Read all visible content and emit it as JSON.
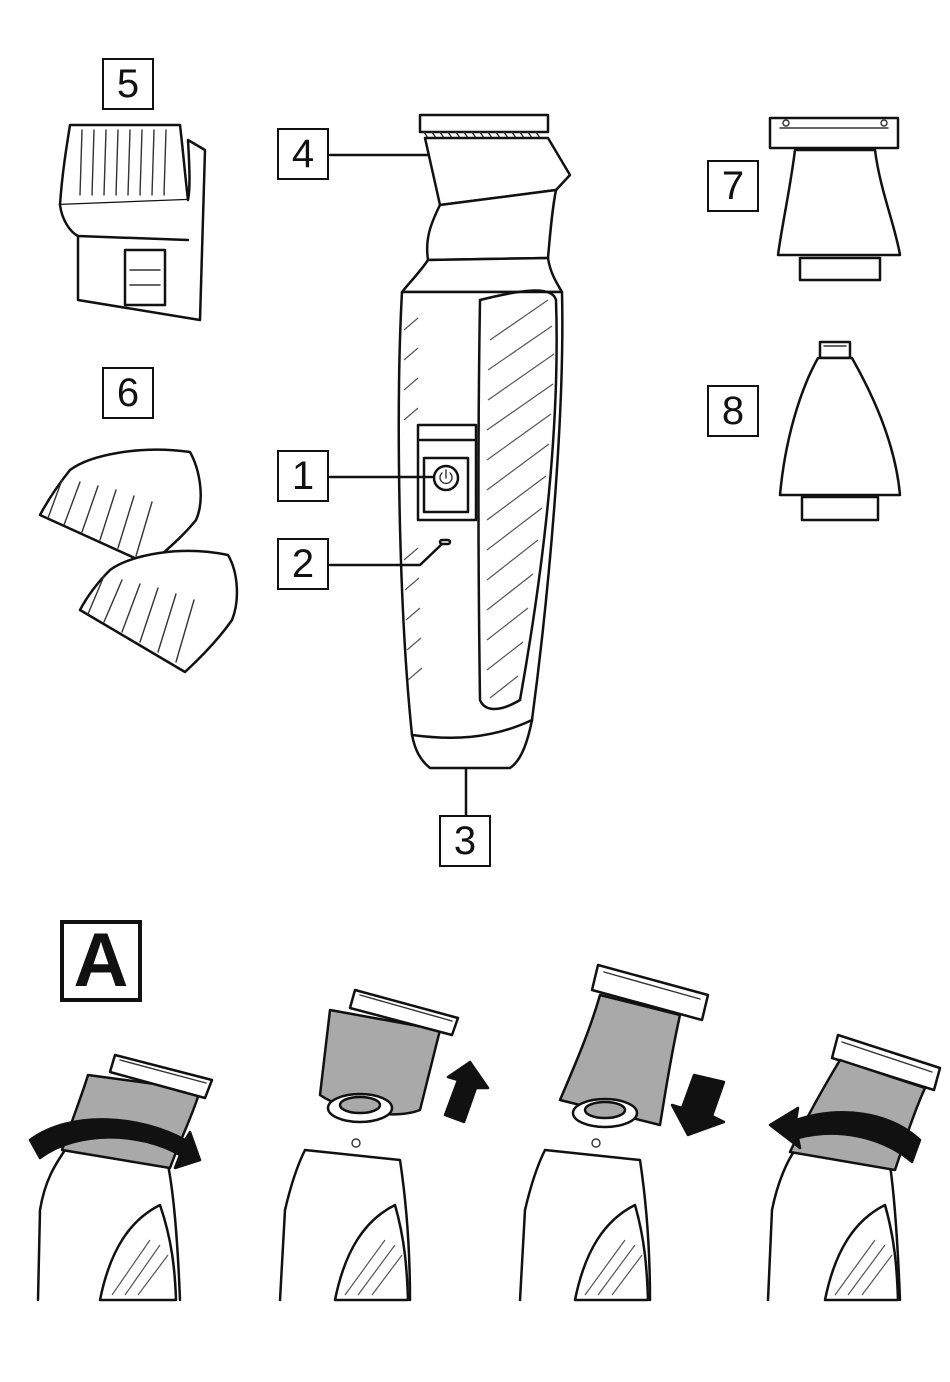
{
  "labels": {
    "l1": "1",
    "l2": "2",
    "l3": "3",
    "l4": "4",
    "l5": "5",
    "l6": "6",
    "l7": "7",
    "l8": "8",
    "section": "A"
  },
  "colors": {
    "line": "#111111",
    "attachment_fill": "#a9a9a9",
    "background": "#ffffff"
  },
  "icons": {
    "power": "power-icon",
    "arrow_up": "arrow-up-icon",
    "arrow_down": "arrow-down-icon",
    "rotate": "rotate-arrow-icon"
  }
}
